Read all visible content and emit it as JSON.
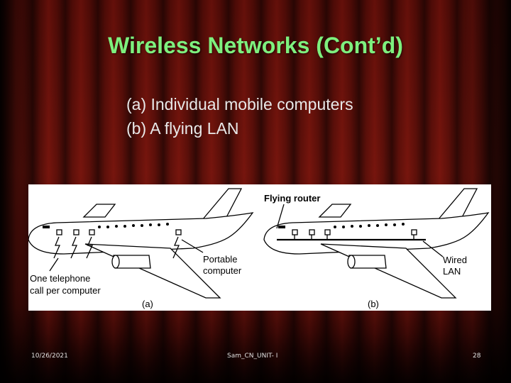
{
  "slide": {
    "title": "Wireless Networks (Cont’d)",
    "bullets": [
      "(a) Individual mobile computers",
      "(b) A flying LAN"
    ],
    "colors": {
      "title": "#7ef07e",
      "text": "#e8e8e8",
      "curtain": "#6e130c"
    }
  },
  "figure": {
    "left_panel": {
      "label_telephone_1": "One telephone",
      "label_telephone_2": "call per computer",
      "label_portable_1": "Portable",
      "label_portable_2": "computer",
      "caption": "(a)"
    },
    "right_panel": {
      "label_router": "Flying router",
      "label_wired_1": "Wired",
      "label_wired_2": "LAN",
      "caption": "(b)"
    }
  },
  "footer": {
    "date": "10/26/2021",
    "center": "Sam_CN_UNIT- I",
    "page": "28"
  }
}
